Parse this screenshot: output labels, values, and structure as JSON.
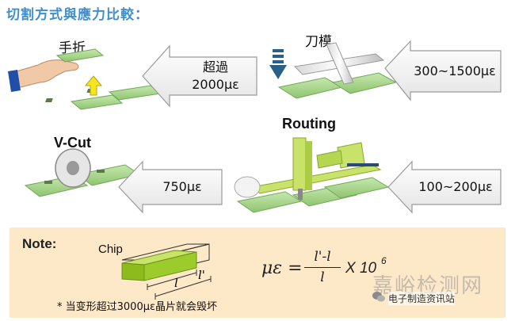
{
  "title": "切割方式與應力比較：",
  "methods": {
    "hand_break": "手折",
    "die": "刀模",
    "routing": "Routing",
    "vcut": "V-Cut"
  },
  "arrows": {
    "hand_break_strain": [
      "超過",
      "2000με"
    ],
    "die_strain": "300~1500με",
    "vcut_strain": "750με",
    "routing_strain": "100~200με"
  },
  "note": {
    "title": "Note:",
    "chip_label": "Chip",
    "dim_l": "l",
    "dim_l_prime": "l'",
    "formula": "με = (l'-l)/l X 10⁶",
    "formula_numerator": "l'-l",
    "formula_denominator": "l",
    "formula_lhs": "με =",
    "formula_multiplier": "X 10",
    "formula_exp": "6",
    "footnote": "* 当变形超过3000με晶片就会毁坏"
  },
  "watermark": {
    "text": "嘉峪检测网",
    "badge": "电子制造资讯站"
  },
  "colors": {
    "title": "#3f8fcf",
    "board_green": "#a8d88a",
    "board_edge": "#6fa85a",
    "chip_green": "#9ccc2c",
    "note_bg": "#fde8c8",
    "arrow_fill": "#f2f2f2",
    "arrow_stroke": "#9a9a9a",
    "down_arrow": "#2a5f8a",
    "up_arrow": "#f5e61e"
  }
}
